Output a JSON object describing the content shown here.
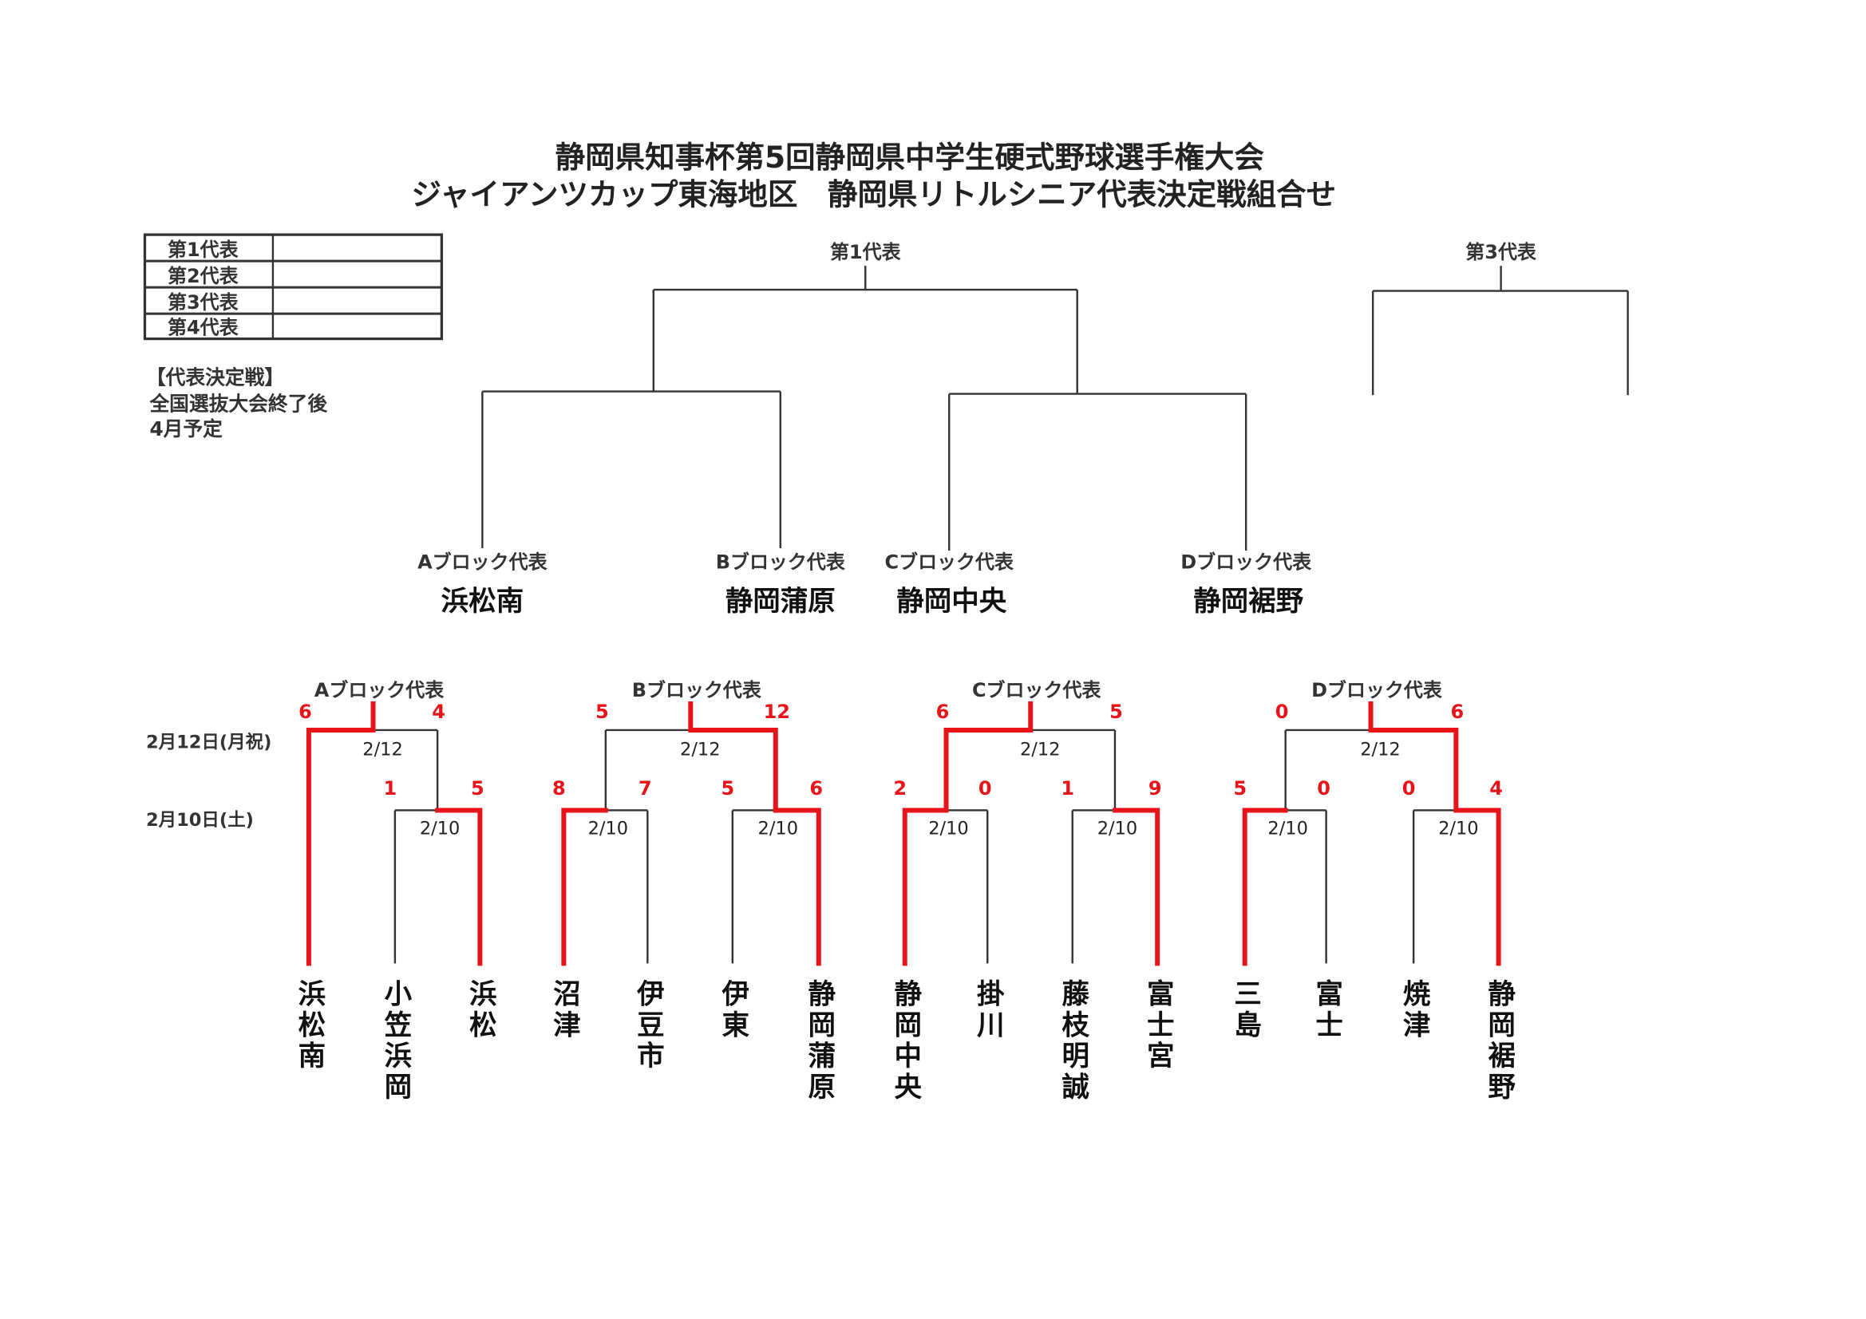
{
  "title": {
    "line1": "静岡県知事杯第5回静岡県中学生硬式野球選手権大会",
    "line2": "ジャイアンツカップ東海地区　静岡県リトルシニア代表決定戦組合せ"
  },
  "rep_table": {
    "rows": [
      {
        "label": "第1代表",
        "value": ""
      },
      {
        "label": "第2代表",
        "value": ""
      },
      {
        "label": "第3代表",
        "value": ""
      },
      {
        "label": "第4代表",
        "value": ""
      }
    ]
  },
  "notes": [
    "【代表決定戦】",
    "全国選抜大会終了後",
    "4月予定"
  ],
  "final_bracket": {
    "first_label": "第1代表",
    "third_label": "第3代表",
    "blocks": [
      {
        "label": "Aブロック代表",
        "team": "浜松南"
      },
      {
        "label": "Bブロック代表",
        "team": "静岡蒲原"
      },
      {
        "label": "Cブロック代表",
        "team": "静岡中央"
      },
      {
        "label": "Dブロック代表",
        "team": "静岡裾野"
      }
    ]
  },
  "dates": {
    "semi": "2月12日(月祝)",
    "first": "2月10日(土)"
  },
  "block_brackets": [
    {
      "label": "Aブロック代表",
      "teams": [
        "浜松南",
        "小笠浜岡",
        "浜松"
      ],
      "first_round": [
        {
          "date": "2/10",
          "teams": [
            1,
            2
          ],
          "scores": [
            "1",
            "5"
          ],
          "winner": 2
        }
      ],
      "semi": {
        "date": "2/12",
        "scores": [
          "6",
          "4"
        ],
        "winner": 0
      }
    },
    {
      "label": "Bブロック代表",
      "teams": [
        "沼津",
        "伊豆市",
        "伊東",
        "静岡蒲原"
      ],
      "first_round": [
        {
          "date": "2/10",
          "teams": [
            0,
            1
          ],
          "scores": [
            "8",
            "7"
          ],
          "winner": 0
        },
        {
          "date": "2/10",
          "teams": [
            2,
            3
          ],
          "scores": [
            "5",
            "6"
          ],
          "winner": 1
        }
      ],
      "semi": {
        "date": "2/12",
        "scores": [
          "5",
          "12"
        ],
        "winner": 1
      }
    },
    {
      "label": "Cブロック代表",
      "teams": [
        "静岡中央",
        "掛川",
        "藤枝明誠",
        "富士宮"
      ],
      "first_round": [
        {
          "date": "2/10",
          "teams": [
            0,
            1
          ],
          "scores": [
            "2",
            "0"
          ],
          "winner": 0
        },
        {
          "date": "2/10",
          "teams": [
            2,
            3
          ],
          "scores": [
            "1",
            "9"
          ],
          "winner": 1
        }
      ],
      "semi": {
        "date": "2/12",
        "scores": [
          "6",
          "5"
        ],
        "winner": 0
      }
    },
    {
      "label": "Dブロック代表",
      "teams": [
        "三島",
        "富士",
        "焼津",
        "静岡裾野"
      ],
      "first_round": [
        {
          "date": "2/10",
          "teams": [
            0,
            1
          ],
          "scores": [
            "5",
            "0"
          ],
          "winner": 0
        },
        {
          "date": "2/10",
          "teams": [
            2,
            3
          ],
          "scores": [
            "0",
            "4"
          ],
          "winner": 1
        }
      ],
      "semi": {
        "date": "2/12",
        "scores": [
          "0",
          "6"
        ],
        "winner": 1
      }
    }
  ],
  "colors": {
    "winner_line": "#e8141a",
    "score": "#e8141a"
  }
}
